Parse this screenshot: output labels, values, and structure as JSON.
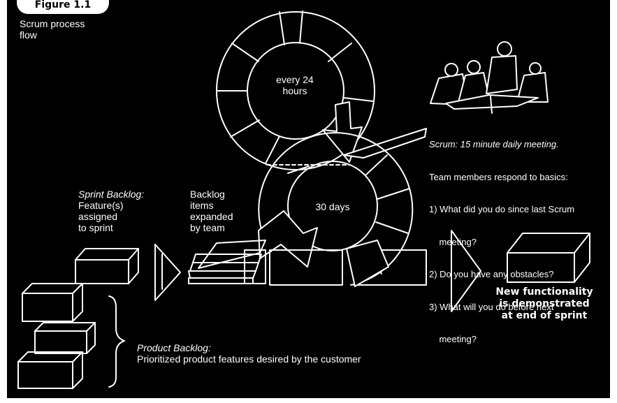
{
  "figure_label": "Figure 1.1",
  "caption_line1": "Scrum process",
  "caption_line2": "flow",
  "cycle_daily_line1": "every 24",
  "cycle_daily_line2": "hours",
  "cycle_sprint": "30 days",
  "daily_scrum": {
    "lines": [
      "Scrum: 15 minute daily meeting.",
      "Team members respond to basics:",
      "1) What did you do since last Scrum",
      "    meeting?",
      "2) Do you have any obstacles?",
      "3) What will you do before next",
      "    meeting?"
    ]
  },
  "sprint_backlog": {
    "title": "Sprint Backlog:",
    "lines": [
      "Feature(s)",
      "assigned",
      "to sprint"
    ]
  },
  "expanded": {
    "lines": [
      "Backlog",
      "items",
      "expanded",
      "by team"
    ]
  },
  "product_backlog": {
    "title": "Product Backlog:",
    "subtitle": "Prioritized product features desired by the customer"
  },
  "result": {
    "lines": [
      "New functionality",
      "is demonstrated",
      "at end of sprint"
    ]
  }
}
